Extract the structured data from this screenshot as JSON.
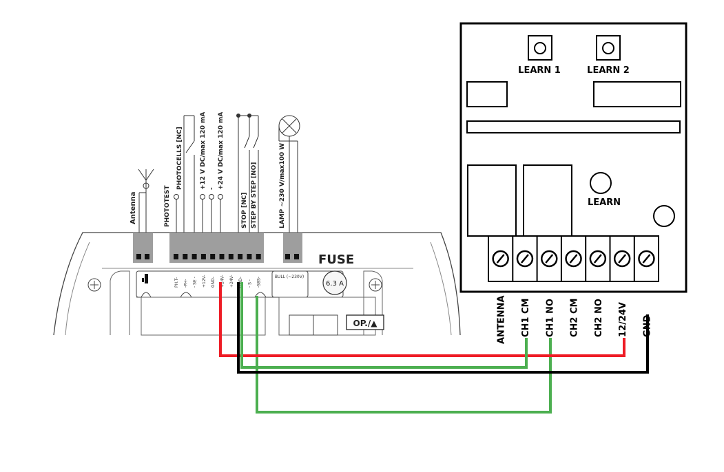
{
  "controller": {
    "antenna_label": "Antenna",
    "photocells_label": "PHOTOCELLS [NC]",
    "photocell_test_label": "PHOTOTEST",
    "supply_12v_label": "+12 V DC/max 120 mA",
    "supply_minus_label": "-",
    "supply_24v_label": "+24 V DC/max 120 mA",
    "stop_label": "STOP [NC]",
    "step_label": "STEP BY STEP [NO]",
    "lamp_label": "LAMP ~230 V/max100 W",
    "fuse_label": "FUSE",
    "fuse_value": "6.3 A",
    "op_button_label": "OP./▲",
    "pin_labels": [
      "PH.T-",
      "-PH-",
      "- SE -",
      "+12V-",
      "GND-",
      "+24V-",
      "+24V-",
      "GND-",
      "- S -",
      "-SBS-"
    ],
    "lamp_pin_label": "BULL (~230V)"
  },
  "receiver": {
    "learn1_label": "LEARN 1",
    "learn2_label": "LEARN 2",
    "learn_label": "LEARN",
    "terminals": [
      "ANTENNA",
      "CH1 CM",
      "CH1 NO",
      "CH2 CM",
      "CH2 NO",
      "12/24V",
      "GND"
    ]
  },
  "wires": {
    "red_color": "#ee1c25",
    "black_color": "#000000",
    "green_color": "#4caf50"
  }
}
